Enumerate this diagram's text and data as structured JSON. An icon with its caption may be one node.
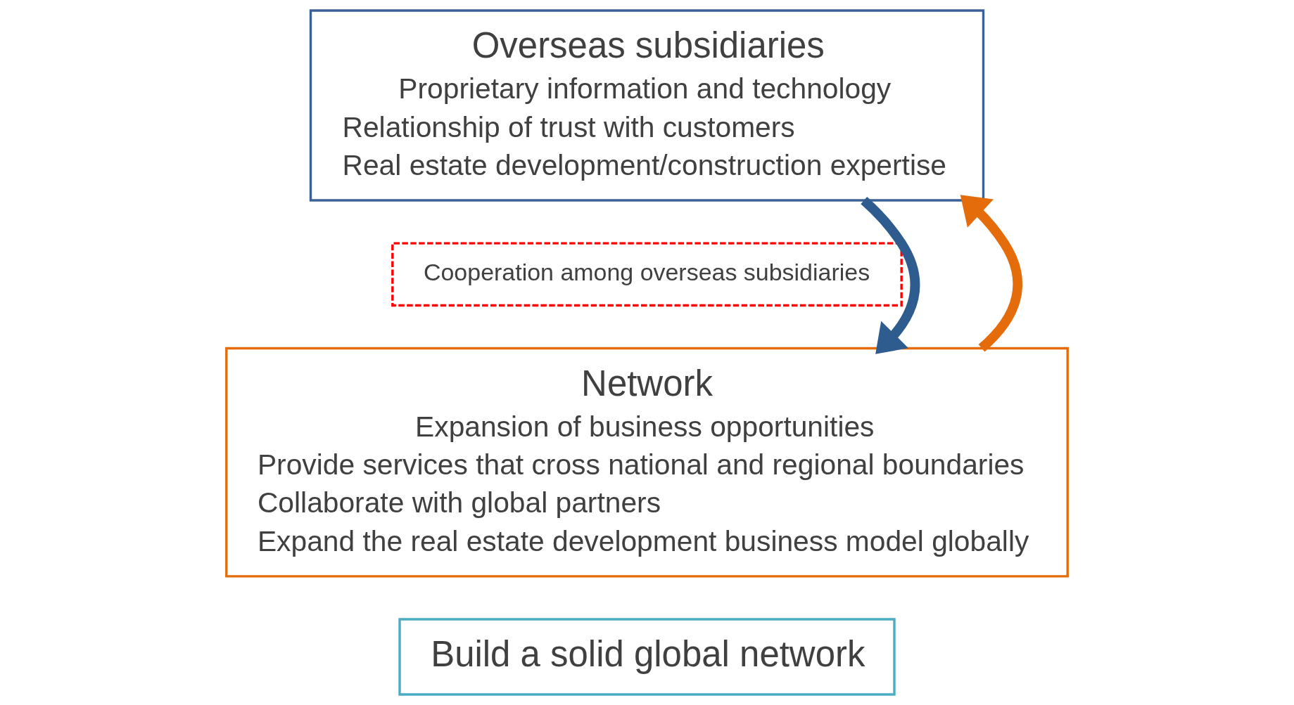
{
  "diagram": {
    "nodes": [
      {
        "text": [
          "Overseas subsidiaries",
          "Proprietary information and technology",
          "Relationship of trust with customers",
          "Real estate development/construction expertise"
        ]
      },
      {
        "text": [
          "Cooperation among overseas subsidiaries"
        ]
      },
      {
        "text": [
          "Network",
          "Expansion of business opportunities",
          "Provide services that cross national and regional boundaries",
          "Collaborate with global partners",
          "Expand the real estate development business model globally"
        ]
      },
      {
        "text": [
          "Build a solid global network"
        ]
      }
    ],
    "edges": [
      {
        "from": 0,
        "to": 2,
        "arrow": "to",
        "color": "#2f5c8f"
      },
      {
        "from": 2,
        "to": 0,
        "arrow": "to",
        "color": "#e46c0a"
      }
    ]
  }
}
